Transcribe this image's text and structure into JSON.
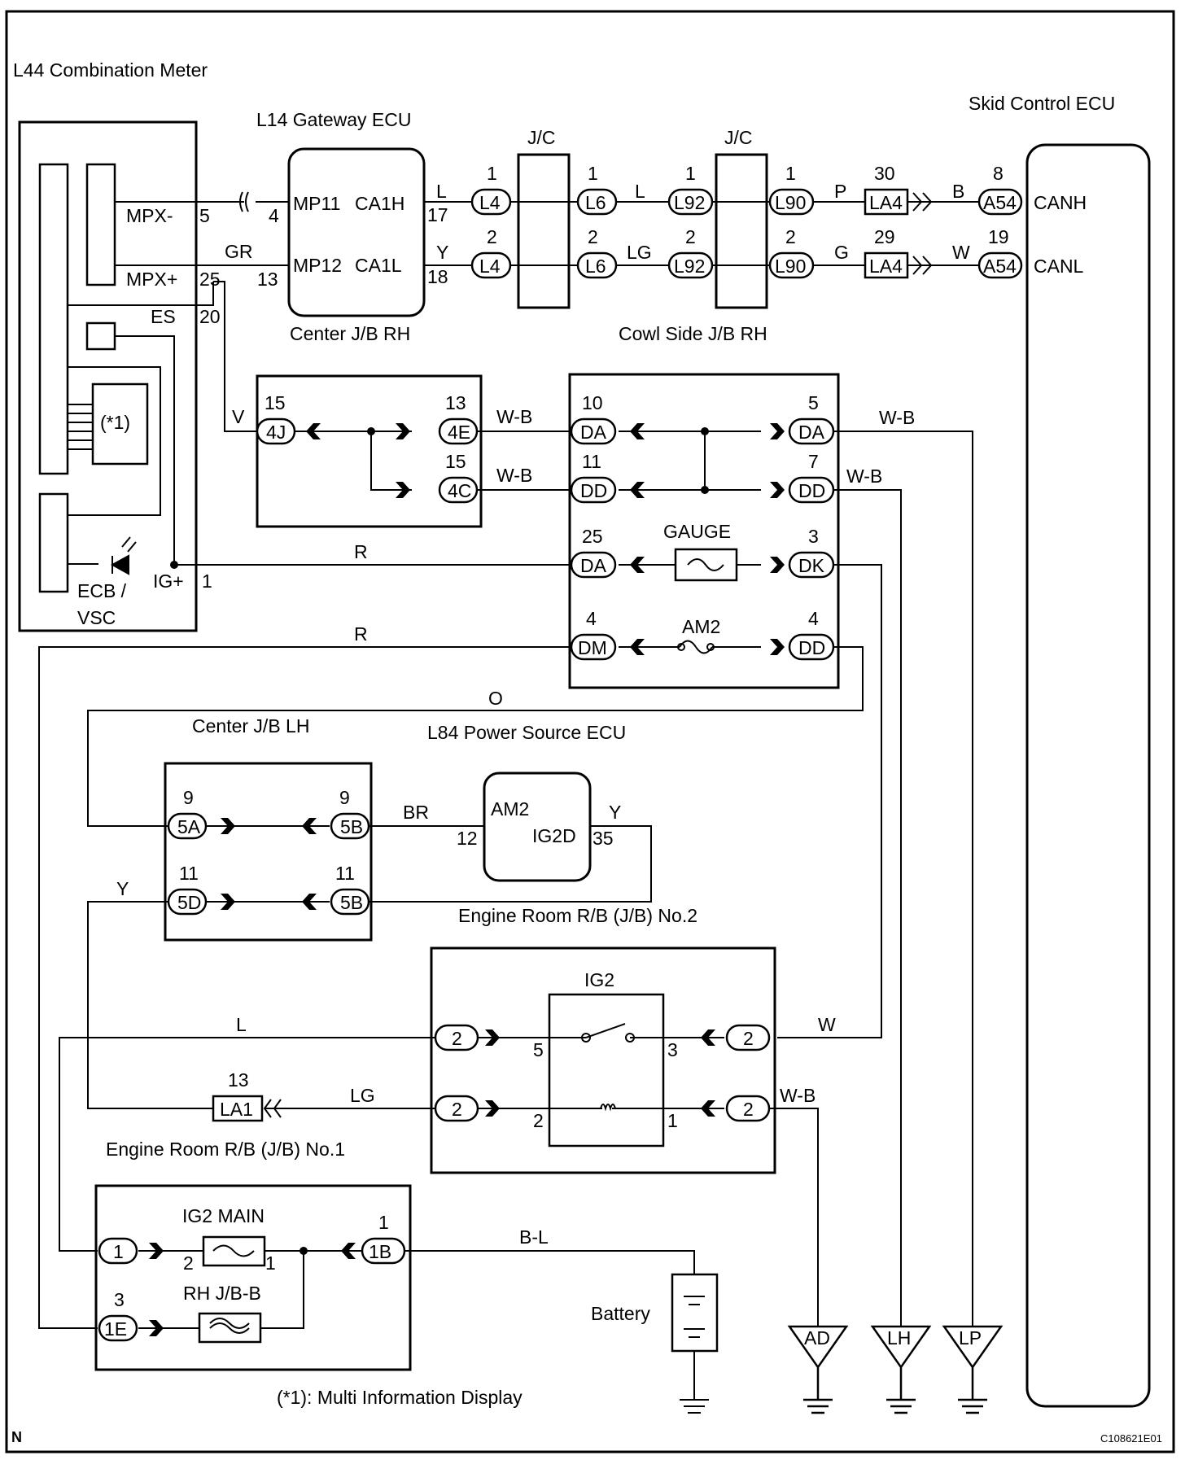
{
  "diagram_id": "C108621E01",
  "corner_mark": "N",
  "footnote": "(*1): Multi Information Display",
  "components": {
    "combination_meter": "L44 Combination Meter",
    "gateway_ecu": "L14 Gateway ECU",
    "skid_control_ecu": "Skid Control ECU",
    "center_jb_rh": "Center J/B RH",
    "cowl_side_jb_rh": "Cowl Side J/B RH",
    "center_jb_lh": "Center J/B LH",
    "power_source_ecu": "L84 Power Source ECU",
    "engine_room_rb2": "Engine Room R/B (J/B) No.2",
    "engine_room_rb1": "Engine Room R/B (J/B) No.1",
    "jc": "J/C",
    "battery": "Battery",
    "multi_info": "(*1)",
    "ecb_vsc_1": "ECB /",
    "ecb_vsc_2": "VSC"
  },
  "fuses": {
    "gauge": "GAUGE",
    "am2": "AM2",
    "ig2_main": "IG2 MAIN",
    "rh_jb_b": "RH J/B-B",
    "ig2_relay": "IG2"
  },
  "pins": {
    "mpx_minus": "MPX-",
    "mpx_plus": "MPX+",
    "es": "ES",
    "ig_plus": "IG+",
    "mp11": "MP11",
    "mp12": "MP12",
    "ca1h": "CA1H",
    "ca1l": "CA1L",
    "canh": "CANH",
    "canl": "CANL",
    "am2_pin": "AM2",
    "ig2d": "IG2D"
  },
  "connectors": {
    "l4": "L4",
    "l6": "L6",
    "l92": "L92",
    "l90": "L90",
    "la4": "LA4",
    "a54": "A54",
    "c4j": "4J",
    "c4e": "4E",
    "c4c": "4C",
    "da": "DA",
    "dd": "DD",
    "dk": "DK",
    "dm": "DM",
    "c5a": "5A",
    "c5b": "5B",
    "c5d": "5D",
    "c2": "2",
    "la1": "LA1",
    "c1": "1",
    "c1b": "1B",
    "c1e": "1E",
    "ad": "AD",
    "lh": "LH",
    "lp": "LP"
  },
  "wire_colors": {
    "l": "L",
    "y": "Y",
    "p": "P",
    "g": "G",
    "b": "B",
    "w": "W",
    "lg": "LG",
    "gr": "GR",
    "v": "V",
    "wb": "W-B",
    "r": "R",
    "o": "O",
    "br": "BR",
    "bl": "B-L"
  },
  "numbers": {
    "n1": "1",
    "n2": "2",
    "n3": "3",
    "n4": "4",
    "n5": "5",
    "n7": "7",
    "n8": "8",
    "n9": "9",
    "n10": "10",
    "n11": "11",
    "n12": "12",
    "n13": "13",
    "n15": "15",
    "n17": "17",
    "n18": "18",
    "n19": "19",
    "n20": "20",
    "n25": "25",
    "n29": "29",
    "n30": "30",
    "n35": "35"
  }
}
